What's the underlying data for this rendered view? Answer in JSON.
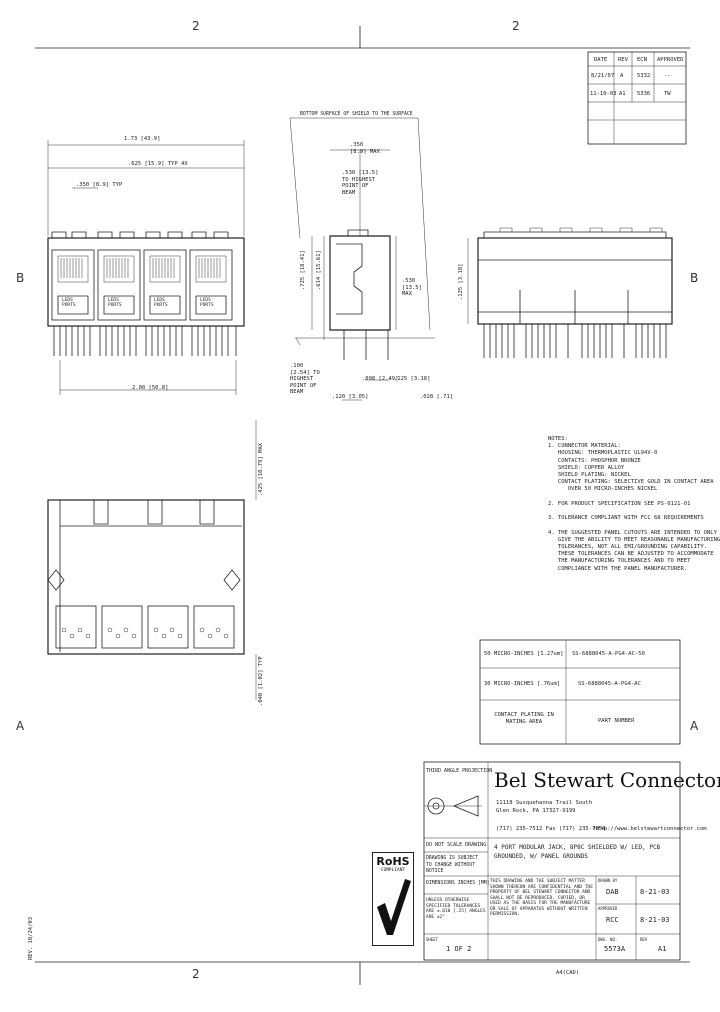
{
  "zones": {
    "top_left": "2",
    "bottom_left": "2",
    "row_b": "B",
    "row_a": "A"
  },
  "revision_table": {
    "headers": [
      "DATE",
      "REV",
      "ECN",
      "APPROVED"
    ],
    "rows": [
      [
        "8/21/07",
        "A",
        "5332",
        "--"
      ],
      [
        "11-10-03",
        "A1",
        "5336",
        "TW"
      ]
    ]
  },
  "front_view": {
    "dim_overall": "1.73 [43.9]",
    "dim_pitch": ".625 [15.9] TYP 4X",
    "dim_pin": ".350 [8.9] TYP",
    "dim_bottom": "2.00 [50.8]",
    "port_labels": [
      "LEDS\nPORTS",
      "LEDS\nPORTS",
      "LEDS\nPORTS",
      "LEDS\nPORTS"
    ]
  },
  "side_view": {
    "top_note": "BOTTOM SURFACE OF SHIELD TO THE SURFACE",
    "dim_top": ".350 [8.9] MAX",
    "dim_height": ".530 [13.5] TO HIGHEST POINT OF BEAM",
    "dim_vert_a": ".725 [18.41]",
    "dim_vert_b": ".614 [15.61]",
    "dim_max": ".530 [13.5] MAX",
    "dim_left": ".100 [2.54] TO HIGHEST POINT OF BEAM",
    "dim_a": ".098 [2.49]",
    "dim_b": ".125 [3.18]",
    "dim_c": ".120 [3.05]",
    "dim_ref": ".028 [.71]"
  },
  "right_view": {
    "dim_side": ".125 [3.18]"
  },
  "bottom_view": {
    "dim_max": ".425 [10.79] MAX",
    "dim_lower": ".040 [1.02] TYP"
  },
  "notes": "NOTES:\n1. CONNECTOR MATERIAL:\n   HOUSING: THERMOPLASTIC UL94V-0\n   CONTACTS: PHOSPHOR BRONZE\n   SHIELD: COPPER ALLOY\n   SHIELD PLATING: NICKEL\n   CONTACT PLATING: SELECTIVE GOLD IN CONTACT AREA\n      OVER 50 MICRO-INCHES NICKEL\n\n2. FOR PRODUCT SPECIFICATION SEE PS-0121-01\n\n3. TOLERANCE COMPLIANT WITH FCC 68 REQUIREMENTS\n\n4. THE SUGGESTED PANEL CUTOUTS ARE INTENDED TO ONLY\n   GIVE THE ABILITY TO MEET REASONABLE MANUFACTURING\n   TOLERANCES, NOT ALL EMI/GROUNDING CAPABILITY.\n   THESE TOLERANCES CAN BE ADJUSTED TO ACCOMMODATE\n   THE MANUFACTURING TOLERANCES AND TO MEET\n   COMPLIANCE WITH THE PANEL MANUFACTURER.",
  "part_table": {
    "row1_plating": "50 MICRO-INCHES [1.27um]",
    "row1_part": "SS-6888045-A-PG4-AC-50",
    "row2_plating": "30 MICRO-INCHES [.76um]",
    "row2_part": "SS-6888045-A-PG4-AC",
    "header_plating": "CONTACT PLATING IN MATING AREA",
    "header_part": "PART NUMBER"
  },
  "title_block": {
    "projection": "THIRD ANGLE PROJECTION",
    "company": "Bel Stewart Connector",
    "address1": "11118 Susquehanna Trail South",
    "address2": "Glen Rock, PA 17327-9199",
    "phone": "(717) 235-7512  Fax (717) 235-7954",
    "website": "http://www.belstewartconnector.com",
    "description": "4 PORT MODULAR JACK, 8P8C SHIELDED W/ LED, PCB GROUNDED, W/ PANEL GROUNDS",
    "do_not_scale": "DO NOT SCALE DRAWING",
    "subject": "DRAWING IS SUBJECT TO CHANGE WITHOUT NOTICE",
    "dimensions": "DIMENSIONS INCHES [MM]",
    "tolerances": "UNLESS OTHERWISE SPECIFIED TOLERANCES ARE ±.010 [.25] ANGLES ARE ±2°",
    "confidential": "THIS DRAWING AND THE SUBJECT MATTER SHOWN THEREON ARE CONFIDENTIAL AND THE PROPERTY OF BEL STEWART CONNECTOR AND SHALL NOT BE REPRODUCED, COPIED, OR USED AS THE BASIS FOR THE MANUFACTURE OR SALE OF APPARATUS WITHOUT WRITTEN PERMISSION.",
    "drawn_label": "DRAWN BY",
    "drawn_value": "DAB",
    "drawn_date": "8-21-03",
    "checked_label": "APPROVED",
    "checked_value": "RCC",
    "checked_date": "8-21-03",
    "sheet_label": "SHEET",
    "sheet_value": "1 OF 2",
    "dwg_label": "DWG. NO.",
    "dwg_value": "5573A",
    "rev_label": "REV",
    "rev_value": "A1",
    "rohs": "RoHS",
    "rohs_sub": "COMPLIANT"
  },
  "footer": {
    "code": "A4(CAD)",
    "side_stamp": "REV. 10/24/03"
  }
}
